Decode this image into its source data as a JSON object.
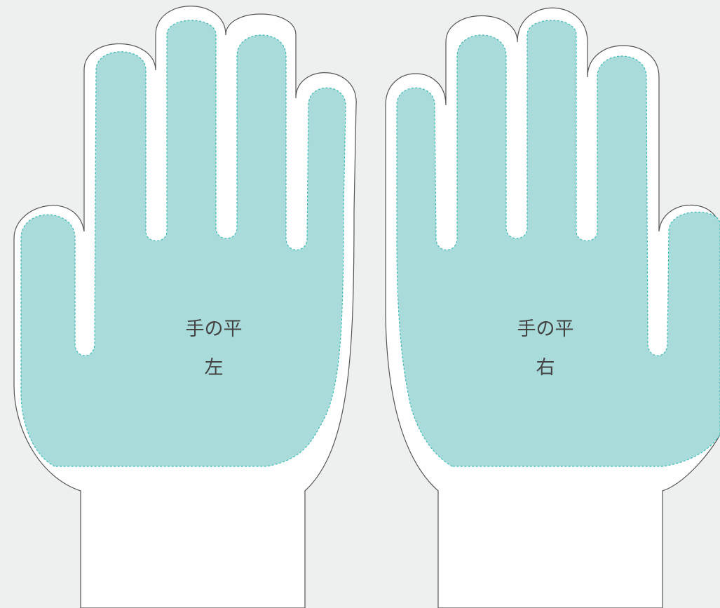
{
  "diagram": {
    "gloves": [
      {
        "side": "left",
        "title": "手の平",
        "side_label": "左"
      },
      {
        "side": "right",
        "title": "手の平",
        "side_label": "右"
      }
    ],
    "colors": {
      "background": "#eef0ef",
      "glove_fill": "#ffffff",
      "glove_outline": "#555555",
      "palm_fill": "#a9dbdb",
      "palm_dashed_border": "#3cb9b4",
      "label_text": "#444444"
    }
  }
}
